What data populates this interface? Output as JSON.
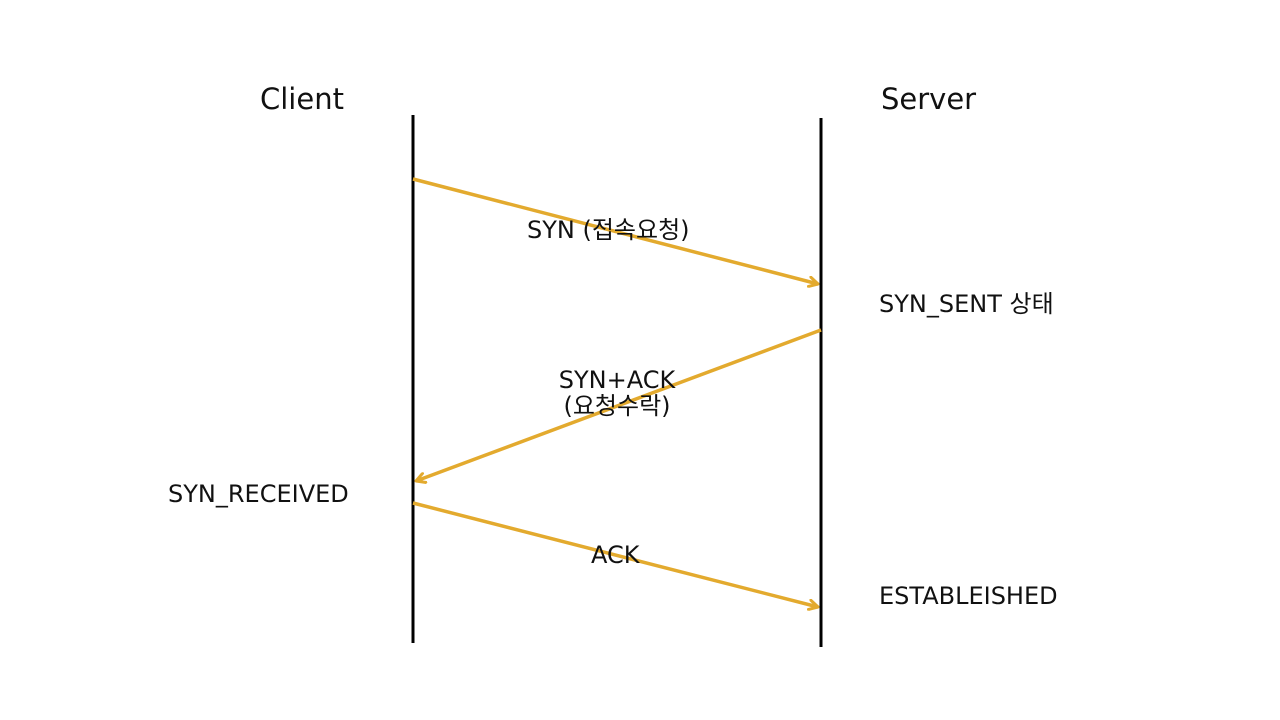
{
  "diagram": {
    "client_label": "Client",
    "server_label": "Server",
    "messages": [
      {
        "id": "syn",
        "from": "Client",
        "to": "Server",
        "label": "SYN (접속요청)"
      },
      {
        "id": "syn_ack",
        "from": "Server",
        "to": "Client",
        "label_line1": "SYN+ACK",
        "label_line2": "(요청수락)"
      },
      {
        "id": "ack",
        "from": "Client",
        "to": "Server",
        "label": "ACK"
      }
    ],
    "states": {
      "server_syn_sent": "SYN_SENT 상태",
      "client_syn_received": "SYN_RECEIVED",
      "server_established": "ESTABLEISHED"
    },
    "colors": {
      "arrow": "#E3AA2E",
      "lifeline": "#000000",
      "text": "#111111"
    }
  }
}
